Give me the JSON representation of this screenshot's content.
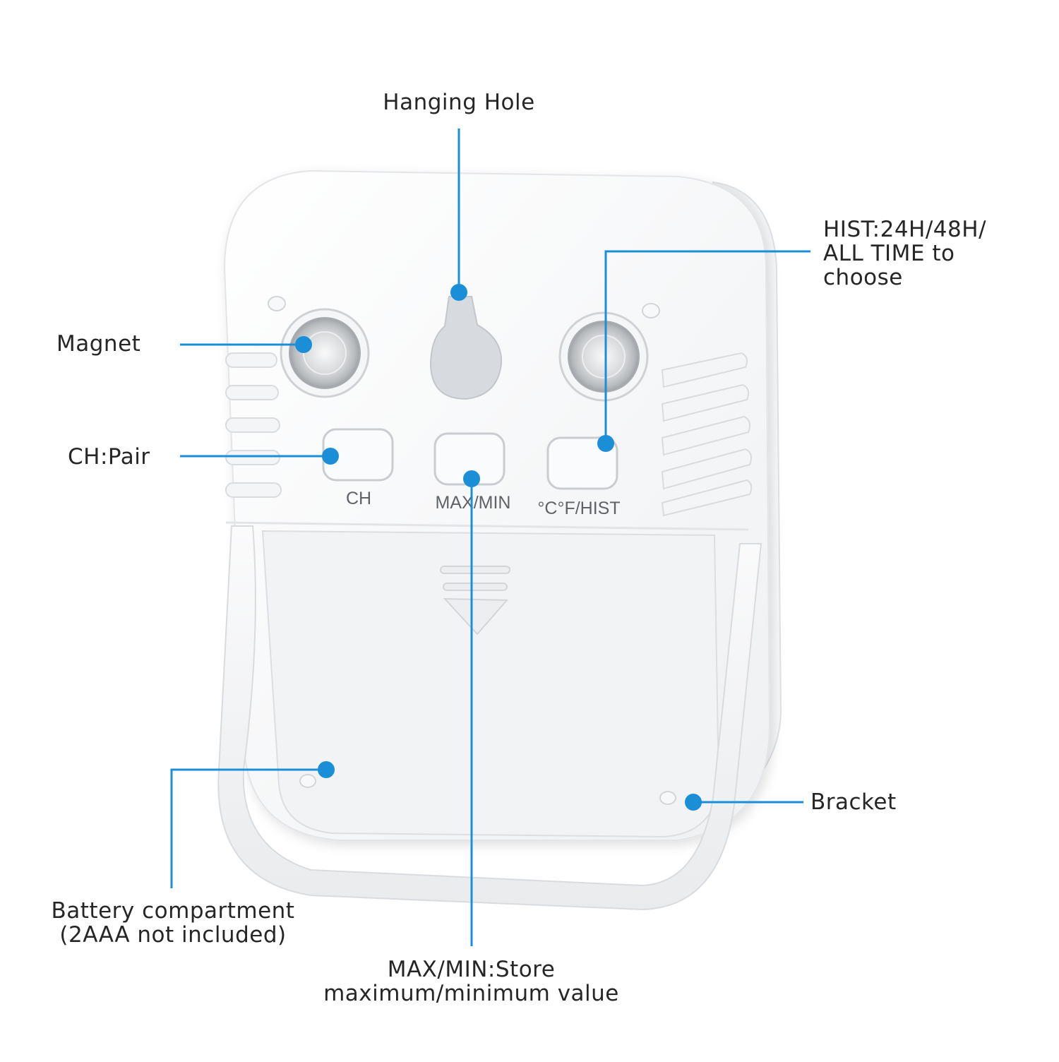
{
  "accent_color": "#1a8fd8",
  "callouts": {
    "hanging_hole": "Hanging Hole",
    "hist_line1": "HIST:24H/48H/",
    "hist_line2": "ALL TIME to",
    "hist_line3": "choose",
    "magnet": "Magnet",
    "ch_pair": "CH:Pair",
    "bracket": "Bracket",
    "battery_line1": "Battery compartment",
    "battery_line2": "(2AAA not included)",
    "maxmin_line1": "MAX/MIN:Store",
    "maxmin_line2": "maximum/minimum value"
  },
  "buttons": {
    "ch": "CH",
    "maxmin": "MAX/MIN",
    "unit_hist": "°C°F/HIST"
  }
}
